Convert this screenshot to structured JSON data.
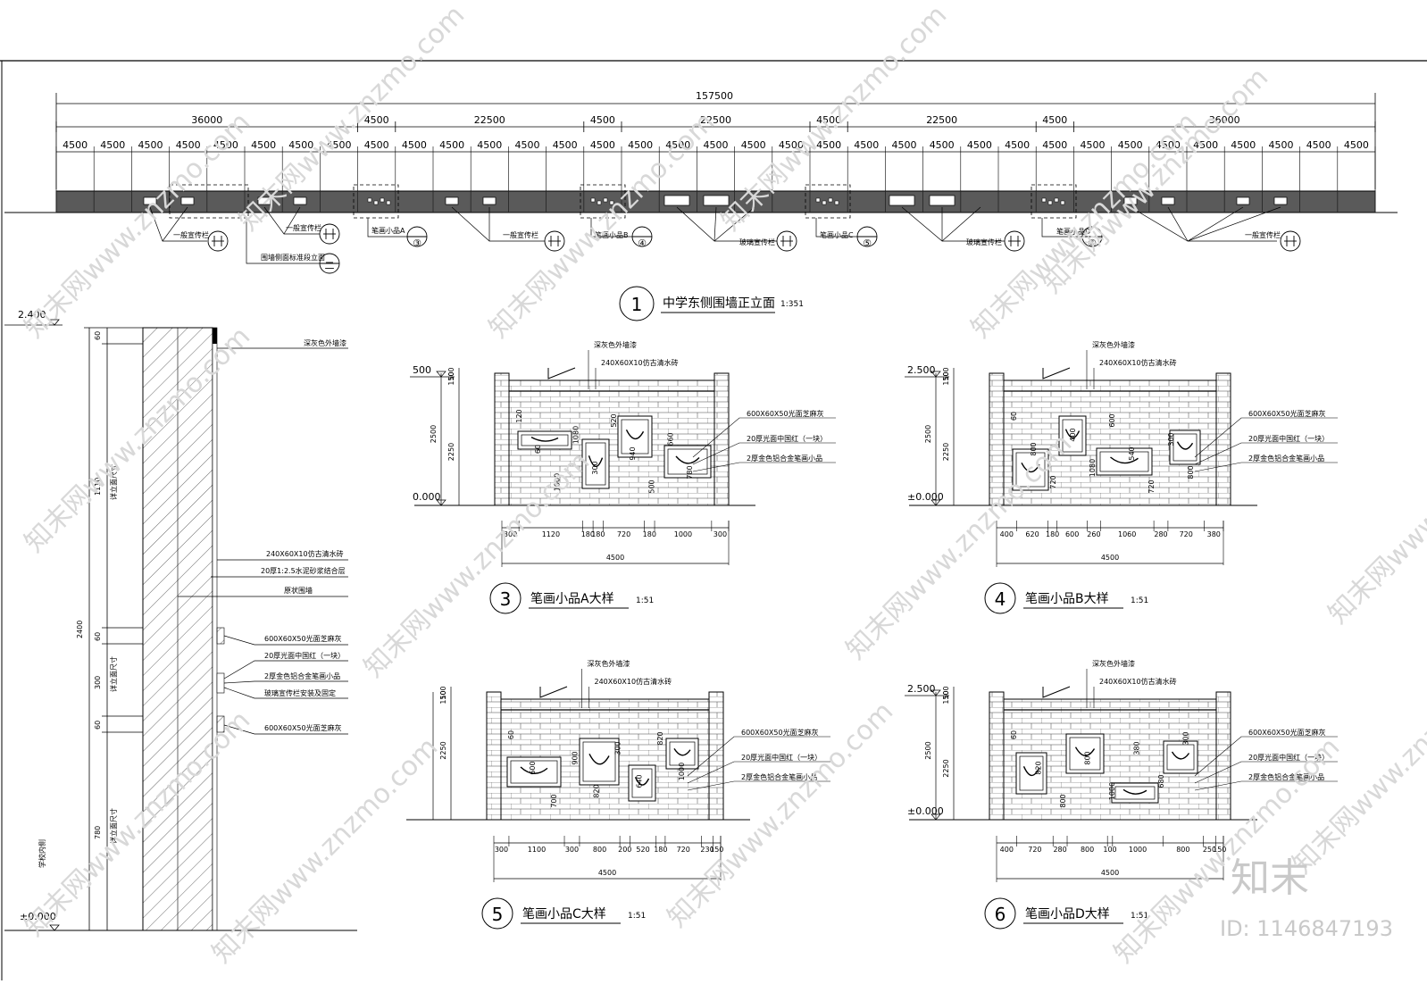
{
  "overall_dimension": "157500",
  "segment_dimensions": [
    "36000",
    "4500",
    "22500",
    "4500",
    "22500",
    "4500",
    "22500",
    "4500",
    "36000"
  ],
  "bay_dimension": "4500",
  "elevation_callouts": {
    "general_board": "一般宣传栏",
    "standard_board": "围墙侧面标准段立面",
    "glass_board": "玻璃宣传栏",
    "sketch_a": "笔画小品A",
    "sketch_b": "笔画小品B",
    "sketch_c": "笔画小品C",
    "sketch_d": "笔画小品D"
  },
  "callout_numbers": [
    "③",
    "④",
    "⑤",
    "⑥",
    "二"
  ],
  "main_title": {
    "number": "1",
    "text": "中学东侧围墙正立面",
    "scale": "1:351"
  },
  "section": {
    "top_level": "2.400",
    "bottom_level": "±0.000",
    "dims": [
      "60",
      "1110",
      "60",
      "300",
      "60",
      "780",
      "2400"
    ],
    "size_notes": [
      "详立面尺寸",
      "详立面尺寸",
      "详立面尺寸"
    ],
    "school_side": "学校内侧",
    "notes": [
      "深灰色外墙漆",
      "240X60X10仿古清水砖",
      "20厚1:2.5水泥砂浆结合层",
      "原状围墙",
      "600X60X50光面芝麻灰",
      "20厚光面中国红（一块）",
      "2厚金色铝合金笔画小品",
      "玻璃宣传栏安装及固定",
      "600X60X50光面芝麻灰"
    ]
  },
  "details": [
    {
      "id": "A",
      "number": "3",
      "title": "笔画小品A大样",
      "scale": "1:51",
      "top_level": "500",
      "bottom_level": "0.000",
      "vertical_dims": [
        "100",
        "150",
        "2500",
        "2250"
      ],
      "bottom_dims": [
        "300",
        "1120",
        "180",
        "180",
        "720",
        "180",
        "1000",
        "300"
      ],
      "total": "4500",
      "panel_dims": [
        "120",
        "60",
        "1000",
        "1080",
        "300",
        "520",
        "940",
        "500",
        "660",
        "780"
      ],
      "notes": [
        "深灰色外墙漆",
        "240X60X10仿古清水砖",
        "600X60X50光面芝麻灰",
        "20厚光面中国红（一块）",
        "2厚金色铝合金笔画小品"
      ]
    },
    {
      "id": "B",
      "number": "4",
      "title": "笔画小品B大样",
      "scale": "1:51",
      "top_level": "2.500",
      "bottom_level": "±0.000",
      "vertical_dims": [
        "100",
        "150",
        "2500",
        "2250"
      ],
      "bottom_dims": [
        "400",
        "620",
        "180",
        "600",
        "260",
        "1060",
        "280",
        "720",
        "380"
      ],
      "total": "4500",
      "panel_dims": [
        "60",
        "800",
        "720",
        "400",
        "1080",
        "600",
        "540",
        "720",
        "300",
        "800"
      ],
      "notes": [
        "深灰色外墙漆",
        "240X60X10仿古清水砖",
        "600X60X50光面芝麻灰",
        "20厚光面中国红（一块）",
        "2厚金色铝合金笔画小品"
      ]
    },
    {
      "id": "C",
      "number": "5",
      "title": "笔画小品C大样",
      "scale": "1:51",
      "top_level": "",
      "bottom_level": "",
      "vertical_dims": [
        "100",
        "150",
        "2250"
      ],
      "bottom_dims": [
        "300",
        "1100",
        "300",
        "800",
        "200",
        "520",
        "180",
        "720",
        "230",
        "150"
      ],
      "total": "4500",
      "panel_dims": [
        "60",
        "600",
        "700",
        "900",
        "820",
        "300",
        "640",
        "820",
        "1000"
      ],
      "notes": [
        "深灰色外墙漆",
        "240X60X10仿古清水砖",
        "600X60X50光面芝麻灰",
        "20厚光面中国红（一块）",
        "2厚金色铝合金笔画小品"
      ]
    },
    {
      "id": "D",
      "number": "6",
      "title": "笔画小品D大样",
      "scale": "1:51",
      "top_level": "2.500",
      "bottom_level": "±0.000",
      "vertical_dims": [
        "100",
        "150",
        "2500",
        "2250"
      ],
      "bottom_dims": [
        "400",
        "720",
        "280",
        "800",
        "100",
        "1000",
        "800",
        "250",
        "150"
      ],
      "total": "4500",
      "panel_dims": [
        "60",
        "820",
        "800",
        "800",
        "1000",
        "380",
        "680",
        "300"
      ],
      "notes": [
        "深灰色外墙漆",
        "240X60X10仿古清水砖",
        "600X60X50光面芝麻灰",
        "20厚光面中国红（一块）",
        "2厚金色铝合金笔画小品"
      ]
    }
  ],
  "watermark": {
    "text": "知末网www.znzmo.com",
    "brand": "知末",
    "id": "ID: 1146847193"
  },
  "colors": {
    "line": "#000000",
    "wall": "#5a5a5a",
    "watermark": "#c9c9c9"
  }
}
